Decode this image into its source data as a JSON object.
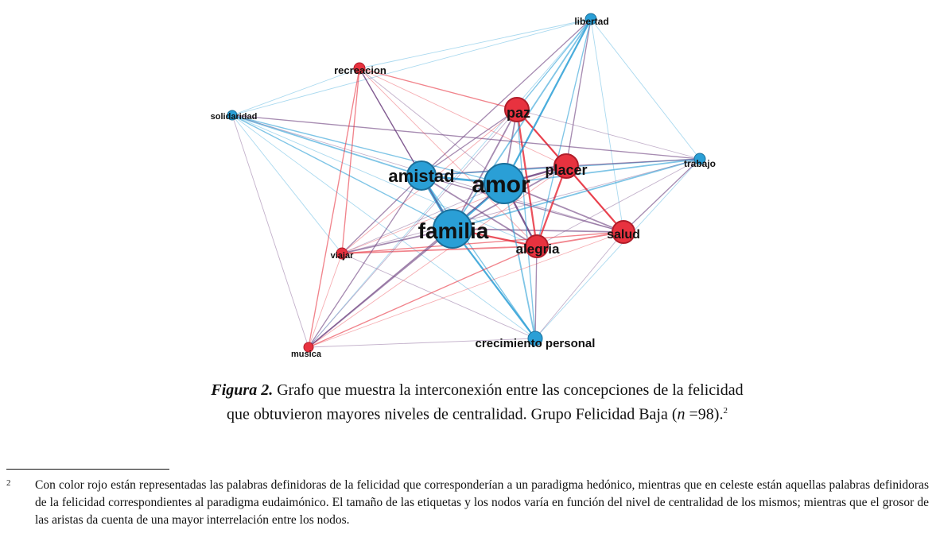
{
  "graph": {
    "colors": {
      "hedonic": "#e8323f",
      "eudaimonic": "#2a9fd6",
      "edge_purple": "#6a3d7d"
    },
    "nodes": [
      {
        "id": "amor",
        "label": "amor",
        "group": "eudaimonic",
        "size": "xl"
      },
      {
        "id": "familia",
        "label": "familia",
        "group": "eudaimonic",
        "size": "xl"
      },
      {
        "id": "amistad",
        "label": "amistad",
        "group": "eudaimonic",
        "size": "l"
      },
      {
        "id": "placer",
        "label": "placer",
        "group": "hedonic",
        "size": "m"
      },
      {
        "id": "paz",
        "label": "paz",
        "group": "hedonic",
        "size": "m"
      },
      {
        "id": "salud",
        "label": "salud",
        "group": "hedonic",
        "size": "m"
      },
      {
        "id": "alegria",
        "label": "alegria",
        "group": "hedonic",
        "size": "m"
      },
      {
        "id": "recreacion",
        "label": "recreacion",
        "group": "hedonic",
        "size": "s"
      },
      {
        "id": "viajar",
        "label": "viajar",
        "group": "hedonic",
        "size": "s"
      },
      {
        "id": "musica",
        "label": "musica",
        "group": "hedonic",
        "size": "s"
      },
      {
        "id": "libertad",
        "label": "libertad",
        "group": "eudaimonic",
        "size": "s"
      },
      {
        "id": "solidaridad",
        "label": "solidaridad",
        "group": "eudaimonic",
        "size": "s"
      },
      {
        "id": "trabajo",
        "label": "trabajo",
        "group": "eudaimonic",
        "size": "s"
      },
      {
        "id": "crecimiento",
        "label": "crecimiento personal",
        "group": "eudaimonic",
        "size": "s"
      }
    ],
    "edges": [
      [
        "amor",
        "familia",
        3,
        "b"
      ],
      [
        "amor",
        "amistad",
        3,
        "b"
      ],
      [
        "familia",
        "amistad",
        4,
        "b"
      ],
      [
        "amor",
        "placer",
        2.5,
        "p"
      ],
      [
        "amor",
        "paz",
        2,
        "p"
      ],
      [
        "amor",
        "alegria",
        2.5,
        "p"
      ],
      [
        "amor",
        "salud",
        2,
        "p"
      ],
      [
        "familia",
        "alegria",
        2.5,
        "r"
      ],
      [
        "familia",
        "salud",
        2,
        "p"
      ],
      [
        "familia",
        "placer",
        2,
        "p"
      ],
      [
        "familia",
        "paz",
        2,
        "p"
      ],
      [
        "amistad",
        "placer",
        2,
        "p"
      ],
      [
        "amistad",
        "paz",
        1.5,
        "p"
      ],
      [
        "amistad",
        "alegria",
        2,
        "p"
      ],
      [
        "amistad",
        "salud",
        1.5,
        "p"
      ],
      [
        "paz",
        "placer",
        2.5,
        "r"
      ],
      [
        "placer",
        "salud",
        2.5,
        "r"
      ],
      [
        "paz",
        "alegria",
        2.5,
        "r"
      ],
      [
        "placer",
        "alegria",
        2.5,
        "r"
      ],
      [
        "alegria",
        "salud",
        2,
        "r"
      ],
      [
        "paz",
        "salud",
        1.5,
        "r"
      ],
      [
        "libertad",
        "amor",
        2.5,
        "b"
      ],
      [
        "libertad",
        "familia",
        2,
        "b"
      ],
      [
        "libertad",
        "amistad",
        1.5,
        "p"
      ],
      [
        "libertad",
        "paz",
        1.5,
        "b"
      ],
      [
        "libertad",
        "placer",
        1.5,
        "p"
      ],
      [
        "libertad",
        "alegria",
        1.5,
        "b"
      ],
      [
        "libertad",
        "salud",
        1,
        "b"
      ],
      [
        "libertad",
        "trabajo",
        1,
        "b"
      ],
      [
        "libertad",
        "recreacion",
        1,
        "b"
      ],
      [
        "libertad",
        "solidaridad",
        1,
        "b"
      ],
      [
        "libertad",
        "musica",
        1,
        "b"
      ],
      [
        "solidaridad",
        "amistad",
        2,
        "b"
      ],
      [
        "solidaridad",
        "amor",
        1.5,
        "b"
      ],
      [
        "solidaridad",
        "familia",
        1.5,
        "b"
      ],
      [
        "solidaridad",
        "trabajo",
        1.5,
        "p"
      ],
      [
        "solidaridad",
        "crecimiento",
        1,
        "b"
      ],
      [
        "solidaridad",
        "alegria",
        1,
        "b"
      ],
      [
        "solidaridad",
        "salud",
        1,
        "p"
      ],
      [
        "solidaridad",
        "musica",
        1,
        "p"
      ],
      [
        "solidaridad",
        "viajar",
        1,
        "b"
      ],
      [
        "solidaridad",
        "recreacion",
        1,
        "b"
      ],
      [
        "trabajo",
        "amor",
        2,
        "b"
      ],
      [
        "trabajo",
        "familia",
        2,
        "b"
      ],
      [
        "trabajo",
        "amistad",
        1.5,
        "b"
      ],
      [
        "trabajo",
        "placer",
        1.5,
        "p"
      ],
      [
        "trabajo",
        "salud",
        1.5,
        "p"
      ],
      [
        "trabajo",
        "alegria",
        1,
        "p"
      ],
      [
        "trabajo",
        "paz",
        1,
        "p"
      ],
      [
        "trabajo",
        "crecimiento",
        1,
        "b"
      ],
      [
        "trabajo",
        "viajar",
        1,
        "p"
      ],
      [
        "crecimiento",
        "familia",
        2.5,
        "b"
      ],
      [
        "crecimiento",
        "amor",
        2,
        "b"
      ],
      [
        "crecimiento",
        "amistad",
        1.5,
        "b"
      ],
      [
        "crecimiento",
        "salud",
        1,
        "p"
      ],
      [
        "crecimiento",
        "alegria",
        1.5,
        "p"
      ],
      [
        "crecimiento",
        "paz",
        1.5,
        "b"
      ],
      [
        "crecimiento",
        "musica",
        1,
        "p"
      ],
      [
        "crecimiento",
        "viajar",
        1,
        "p"
      ],
      [
        "recreacion",
        "amistad",
        1.5,
        "p"
      ],
      [
        "recreacion",
        "familia",
        1.5,
        "p"
      ],
      [
        "recreacion",
        "paz",
        1.5,
        "r"
      ],
      [
        "recreacion",
        "viajar",
        1.5,
        "r"
      ],
      [
        "recreacion",
        "musica",
        1.5,
        "r"
      ],
      [
        "recreacion",
        "placer",
        1,
        "r"
      ],
      [
        "recreacion",
        "amor",
        1,
        "p"
      ],
      [
        "recreacion",
        "alegria",
        1,
        "r"
      ],
      [
        "viajar",
        "familia",
        2,
        "p"
      ],
      [
        "viajar",
        "amistad",
        1.5,
        "p"
      ],
      [
        "viajar",
        "alegria",
        2,
        "r"
      ],
      [
        "viajar",
        "salud",
        1.5,
        "r"
      ],
      [
        "viajar",
        "placer",
        1,
        "r"
      ],
      [
        "viajar",
        "paz",
        1,
        "r"
      ],
      [
        "viajar",
        "amor",
        1,
        "p"
      ],
      [
        "viajar",
        "musica",
        1,
        "r"
      ],
      [
        "musica",
        "familia",
        2,
        "p"
      ],
      [
        "musica",
        "amistad",
        1.5,
        "p"
      ],
      [
        "musica",
        "amor",
        1.5,
        "p"
      ],
      [
        "musica",
        "alegria",
        1.5,
        "r"
      ],
      [
        "musica",
        "salud",
        1,
        "r"
      ],
      [
        "musica",
        "placer",
        1,
        "r"
      ],
      [
        "musica",
        "paz",
        1,
        "p"
      ]
    ]
  },
  "caption": {
    "figure_label": "Figura 2.",
    "line1": " Grafo que muestra la interconexión entre las concepciones de la felicidad",
    "line2_a": "que obtuvieron mayores niveles de centralidad. Grupo Felicidad Baja (",
    "n_symbol": "n",
    "line2_b": " =98).",
    "footnote_ref": "2"
  },
  "footnote": {
    "mark": "2",
    "text": "Con color rojo están representadas las palabras definidoras de la felicidad que corresponderían a un paradigma hedónico, mientras que en celeste están aquellas palabras definidoras de la felicidad correspondientes al paradigma eudaimónico. El tamaño de las etiquetas y los nodos varía en función del nivel de centralidad de los mismos; mientras que el grosor de las aristas da cuenta de una mayor interrelación entre los nodos."
  }
}
